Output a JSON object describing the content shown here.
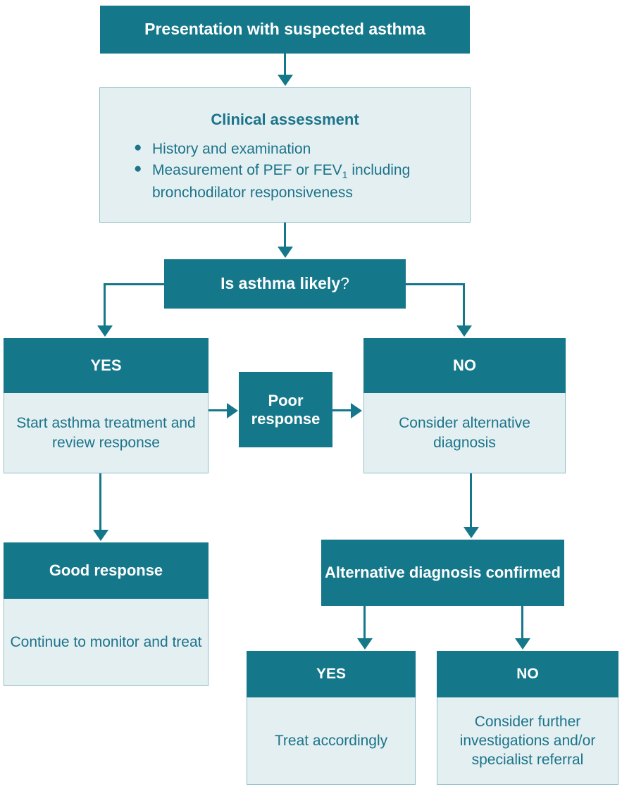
{
  "title": "Presentation with suspected asthma",
  "colors": {
    "teal": "#14778A",
    "panel": "#E4EFF2",
    "panel_border": "#8FBFC9",
    "panel_text": "#1B7489",
    "header_text": "#FFFFFF"
  },
  "nodes": {
    "start": {
      "label": "Presentation with suspected asthma"
    },
    "assessment": {
      "title": "Clinical assessment",
      "bullets": [
        "History and examination",
        "Measurement of PEF or FEV1 including bronchodilator responsiveness"
      ],
      "bullet_1_text": "History and examination",
      "bullet_2_part1": "Measurement of PEF or FEV",
      "bullet_2_sub": "1",
      "bullet_2_part2": " including bronchodilator responsiveness"
    },
    "decision": {
      "label": "Is asthma likely",
      "question_mark": "?"
    },
    "yes_branch": {
      "head": "YES",
      "body": "Start asthma treatment and review response"
    },
    "poor_response": {
      "label": "Poor response"
    },
    "no_branch": {
      "head": "NO",
      "body": "Consider alternative diagnosis"
    },
    "good_response": {
      "head": "Good response",
      "body": "Continue to monitor and treat"
    },
    "alt_confirmed": {
      "label": "Alternative diagnosis confirmed"
    },
    "alt_yes": {
      "head": "YES",
      "body": "Treat accordingly"
    },
    "alt_no": {
      "head": "NO",
      "body": "Consider further investigations and/or specialist referral"
    }
  }
}
